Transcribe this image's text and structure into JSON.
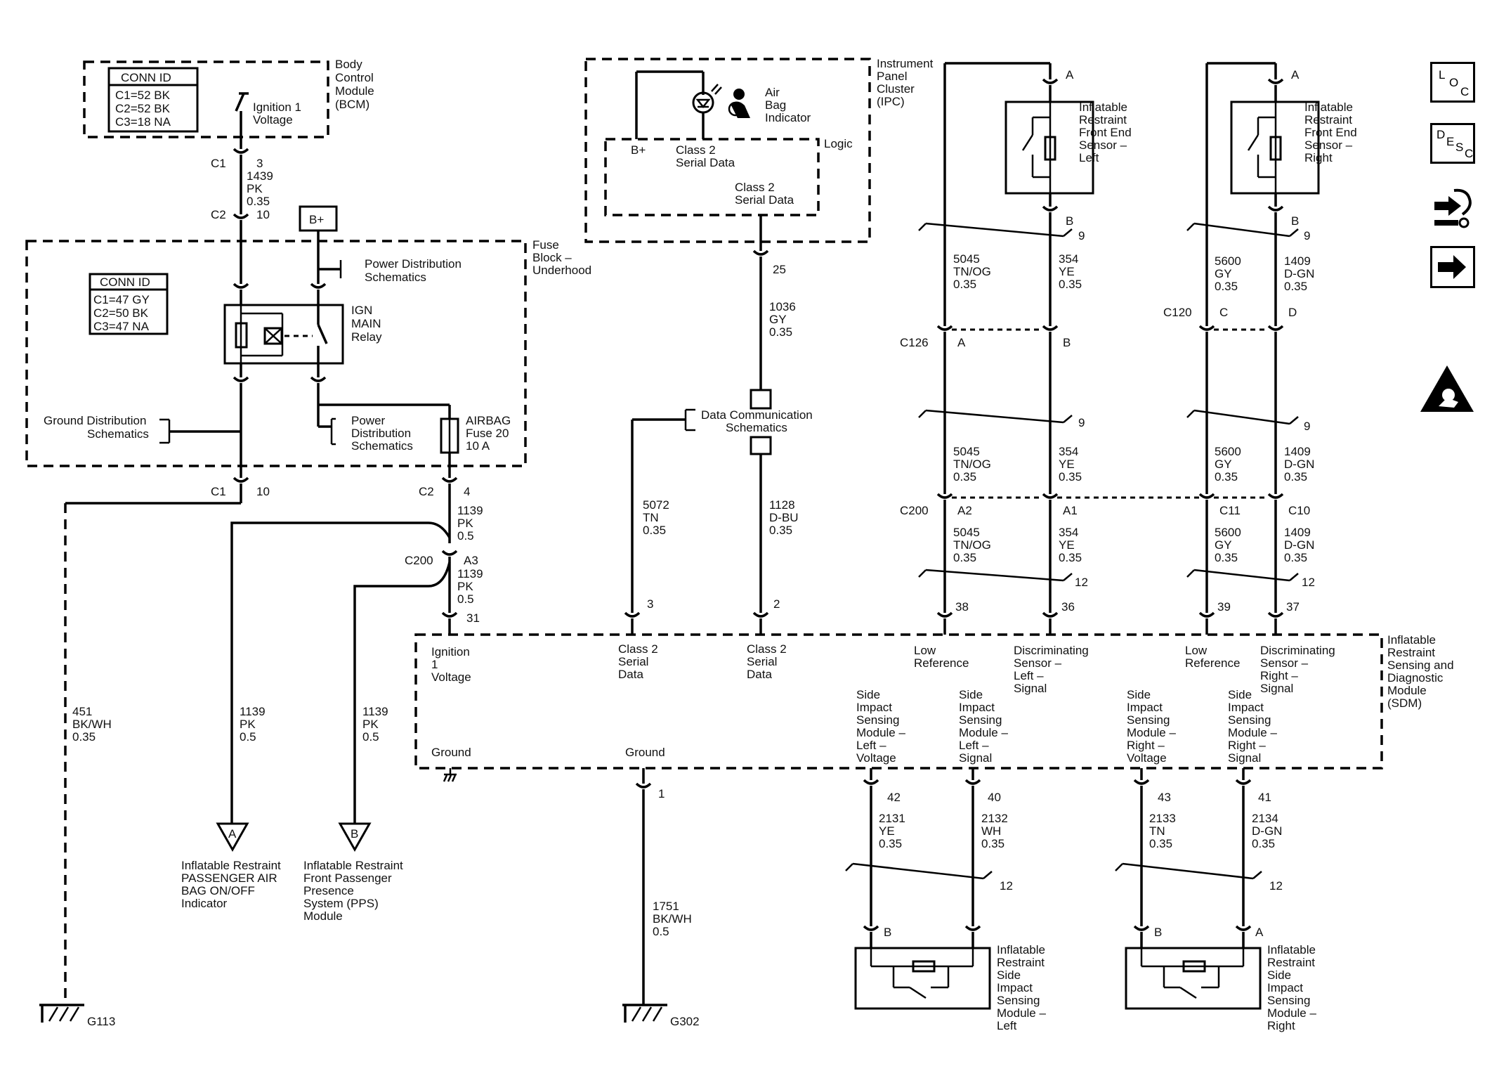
{
  "bcm": {
    "title": [
      "Body",
      "Control",
      "Module",
      "(BCM)"
    ],
    "conn_header": "CONN ID",
    "conn_rows": [
      "C1=52 BK",
      "C2=52 BK",
      "C3=18 NA"
    ],
    "switch_label": [
      "Ignition 1",
      "Voltage"
    ]
  },
  "fuse_block": {
    "title": [
      "Fuse",
      "Block –",
      "Underhood"
    ],
    "conn_header": "CONN ID",
    "conn_rows": [
      "C1=47 GY",
      "C2=50 BK",
      "C3=47 NA"
    ],
    "bplus": "B+",
    "relay_label": [
      "IGN",
      "MAIN",
      "Relay"
    ],
    "power_dist_top": [
      "Power Distribution",
      "Schematics"
    ],
    "power_dist_mid": [
      "Power",
      "Distribution",
      "Schematics"
    ],
    "ground_dist": [
      "Ground Distribution",
      "Schematics"
    ],
    "fuse_label": [
      "AIRBAG",
      "Fuse 20",
      "10 A"
    ]
  },
  "ipc": {
    "title": [
      "Instrument",
      "Panel",
      "Cluster",
      "(IPC)"
    ],
    "airbag_label": [
      "Air",
      "Bag",
      "Indicator"
    ],
    "logic": "Logic",
    "bplus": "B+",
    "serial1": [
      "Class 2",
      "Serial Data"
    ],
    "serial2": [
      "Class 2",
      "Serial Data"
    ]
  },
  "connectors": {
    "c1_top": "C1",
    "c1_top_pin": "3",
    "c2_top": "C2",
    "c2_top_pin": "10",
    "c1_bot": "C1",
    "c1_bot_pin": "10",
    "c2_bot": "C2",
    "c2_bot_pin": "4",
    "c200": "C200",
    "c200_pin": "A3",
    "ipc_pin": "25",
    "c126": "C126",
    "c126_a": "A",
    "c126_b": "B",
    "c120": "C120",
    "c120_c": "C",
    "c120_d": "D",
    "c200_right": "C200",
    "c200_a2": "A2",
    "c200_a1": "A1",
    "c200_c11": "C11",
    "c200_c10": "C10",
    "sensor_a": "A",
    "sensor_b": "B",
    "twist9": "9",
    "twist12": "12"
  },
  "wires": {
    "w1439": [
      "1439",
      "PK",
      "0.35"
    ],
    "w1139a": [
      "1139",
      "PK",
      "0.5"
    ],
    "w1139b": [
      "1139",
      "PK",
      "0.5"
    ],
    "w1139c": [
      "1139",
      "PK",
      "0.5"
    ],
    "w1139d": [
      "1139",
      "PK",
      "0.5"
    ],
    "w451": [
      "451",
      "BK/WH",
      "0.35"
    ],
    "w1036": [
      "1036",
      "GY",
      "0.35"
    ],
    "w5072": [
      "5072",
      "TN",
      "0.35"
    ],
    "w1128": [
      "1128",
      "D-BU",
      "0.35"
    ],
    "w5045": [
      "5045",
      "TN/OG",
      "0.35"
    ],
    "w354": [
      "354",
      "YE",
      "0.35"
    ],
    "w5600": [
      "5600",
      "GY",
      "0.35"
    ],
    "w1409": [
      "1409",
      "D-GN",
      "0.35"
    ],
    "w1751": [
      "1751",
      "BK/WH",
      "0.5"
    ],
    "w2131": [
      "2131",
      "YE",
      "0.35"
    ],
    "w2132": [
      "2132",
      "WH",
      "0.35"
    ],
    "w2133": [
      "2133",
      "TN",
      "0.35"
    ],
    "w2134": [
      "2134",
      "D-GN",
      "0.35"
    ]
  },
  "sensors": {
    "front_left": [
      "Inflatable",
      "Restraint",
      "Front End",
      "Sensor –",
      "Left"
    ],
    "front_right": [
      "Inflatable",
      "Restraint",
      "Front End",
      "Sensor –",
      "Right"
    ],
    "side_left": [
      "Inflatable",
      "Restraint",
      "Side",
      "Impact",
      "Sensing",
      "Module –",
      "Left"
    ],
    "side_right": [
      "Inflatable",
      "Restraint",
      "Side",
      "Impact",
      "Sensing",
      "Module –",
      "Right"
    ]
  },
  "dcs": [
    "Data Communication",
    "Schematics"
  ],
  "sdm": {
    "title": [
      "Inflatable",
      "Restraint",
      "Sensing and",
      "Diagnostic",
      "Module",
      "(SDM)"
    ],
    "ign": [
      "Ignition",
      "1",
      "Voltage"
    ],
    "class2a": [
      "Class 2",
      "Serial",
      "Data"
    ],
    "class2b": [
      "Class 2",
      "Serial",
      "Data"
    ],
    "lowref_l": [
      "Low",
      "Reference"
    ],
    "disc_l": [
      "Discriminating",
      "Sensor –",
      "Left –",
      "Signal"
    ],
    "lowref_r": [
      "Low",
      "Reference"
    ],
    "disc_r": [
      "Discriminating",
      "Sensor –",
      "Right –",
      "Signal"
    ],
    "ground1": "Ground",
    "ground2": "Ground",
    "sis_lv": [
      "Side",
      "Impact",
      "Sensing",
      "Module –",
      "Left –",
      "Voltage"
    ],
    "sis_ls": [
      "Side",
      "Impact",
      "Sensing",
      "Module –",
      "Left –",
      "Signal"
    ],
    "sis_rv": [
      "Side",
      "Impact",
      "Sensing",
      "Module –",
      "Right –",
      "Voltage"
    ],
    "sis_rs": [
      "Side",
      "Impact",
      "Sensing",
      "Module –",
      "Right –",
      "Signal"
    ],
    "pins": {
      "p31": "31",
      "p3": "3",
      "p2": "2",
      "p38": "38",
      "p36": "36",
      "p39": "39",
      "p37": "37",
      "p1": "1",
      "p42": "42",
      "p40": "40",
      "p43": "43",
      "p41": "41"
    }
  },
  "offpage": {
    "a": "A",
    "a_label": [
      "Inflatable Restraint",
      "PASSENGER AIR",
      "BAG ON/OFF",
      "Indicator"
    ],
    "b": "B",
    "b_label": [
      "Inflatable Restraint",
      "Front Passenger",
      "Presence",
      "System (PPS)",
      "Module"
    ]
  },
  "grounds": {
    "g113": "G113",
    "g302": "G302"
  },
  "side_buttons": {
    "loc": [
      "L",
      "O",
      "C"
    ],
    "desc": [
      "D",
      "E",
      "S",
      "C"
    ],
    "icons": [
      "connector-views-icon",
      "next-arrow-icon",
      "esd-warning-icon"
    ]
  }
}
